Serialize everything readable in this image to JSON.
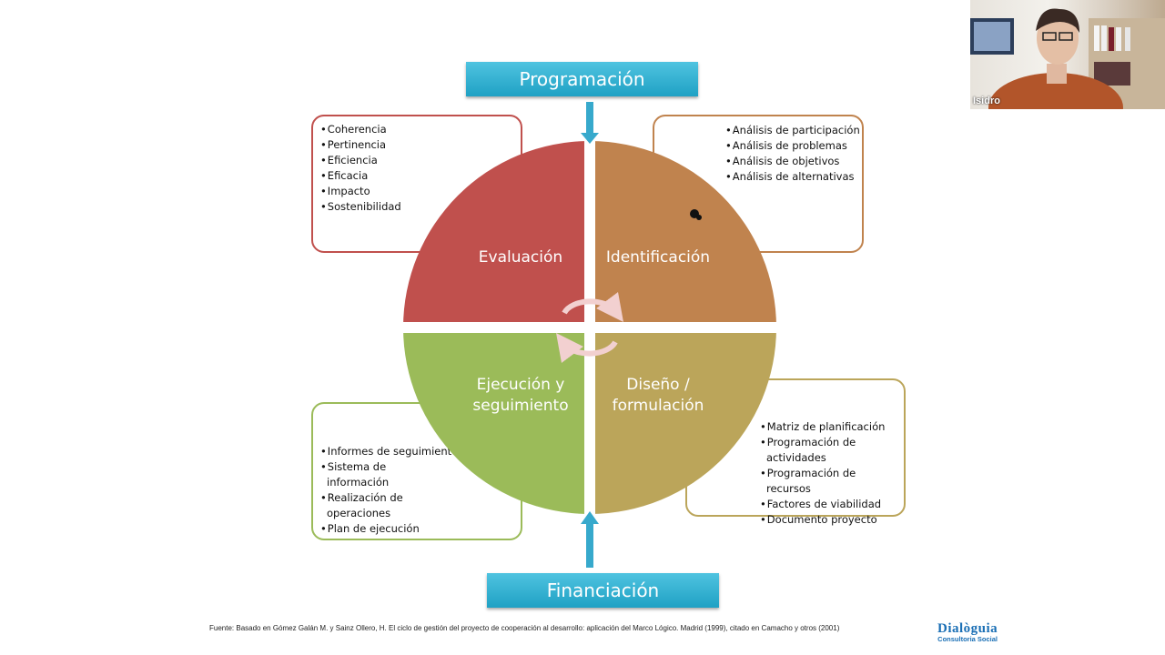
{
  "top_banner": "Programación",
  "bottom_banner": "Financiación",
  "quadrants": {
    "evaluacion": {
      "label": "Evaluación",
      "color": "#c0504d"
    },
    "identificacion": {
      "label": "Identificación",
      "color": "#c0834e"
    },
    "ejecucion": {
      "label": "Ejecución y seguimiento",
      "color": "#9bbb59"
    },
    "diseno": {
      "label": "Diseño / formulación",
      "color": "#bba55a"
    }
  },
  "boxes": {
    "evaluacion": [
      "Coherencia",
      "Pertinencia",
      "Eficiencia",
      "Eficacia",
      "Impacto",
      "Sostenibilidad"
    ],
    "identificacion": [
      "Análisis de participación",
      "Análisis de problemas",
      "Análisis de objetivos",
      "Análisis de alternativas"
    ],
    "ejecucion": [
      "Informes de seguimiento",
      "Sistema de información",
      "Realización de operaciones",
      "Plan de ejecución"
    ],
    "diseno": [
      "Matriz de planificación",
      "Programación de actividades",
      "Programación de recursos",
      "Factores de viabilidad",
      "Documento proyecto"
    ]
  },
  "footer_note": "Fuente: Basado en Gómez Galán M. y Sainz Ollero, H. El ciclo de gestión del proyecto de cooperación al desarrollo: aplicación del Marco Lógico. Madrid (1999), citado en Camacho y otros (2001)",
  "logo": {
    "name": "Dialòguia",
    "subtitle": "Consultoria Social"
  },
  "webcam": {
    "participant_name": "Isidro"
  }
}
